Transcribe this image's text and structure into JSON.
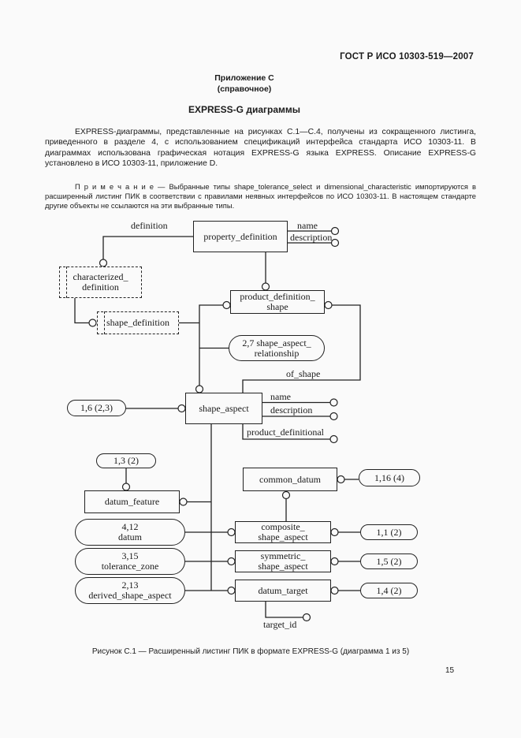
{
  "colors": {
    "ink": "#1b1b1b",
    "page_bg": "#fafafa"
  },
  "document": {
    "header": "ГОСТ Р ИСО 10303-519—2007",
    "annex_title": "Приложение С",
    "annex_subtitle": "(справочное)",
    "section_title": "EXPRESS-G диаграммы",
    "paragraph": "EXPRESS-диаграммы, представленные на рисунках С.1—С.4, получены из сокращенного листинга, приведенного в разделе 4, с использованием спецификаций интерфейса стандарта ИСО 10303-11. В диаграммах использована графическая нотация EXPRESS-G языка EXPRESS. Описание EXPRESS-G установлено в ИСО 10303-11, приложение D.",
    "note": "П р и м е ч а н и е — Выбранные типы shape_tolerance_select и dimensional_characteristic импортируются в расширенный листинг ПИК в соответствии с правилами неявных интерфейсов по ИСО 10303-11. В настоящем стандарте другие объекты не ссылаются на эти выбранные типы.",
    "figure_caption": "Рисунок С.1 — Расширенный листинг ПИК в формате EXPRESS-G (диаграмма 1 из 5)",
    "page_number": "15"
  },
  "diagram": {
    "nodes": {
      "property_definition": "property_definition",
      "characterized_definition": "characterized_\ndefinition",
      "shape_definition": "shape_definition",
      "product_definition_shape": "product_definition_\nshape",
      "shape_aspect_relationship": "2,7 shape_aspect_\nrelationship",
      "shape_aspect": "shape_aspect",
      "common_datum": "common_datum",
      "datum_feature": "datum_feature",
      "composite_shape_aspect": "composite_\nshape_aspect",
      "symmetric_shape_aspect": "symmetric_\nshape_aspect",
      "datum_target": "datum_target"
    },
    "refs": {
      "r16": "1,6 (2,3)",
      "r13": "1,3 (2)",
      "r116": "1,16 (4)",
      "r412": "4,12\ndatum",
      "r315": "3,15\ntolerance_zone",
      "r213": "2,13\nderived_shape_aspect",
      "r11": "1,1 (2)",
      "r15": "1,5 (2)",
      "r14": "1,4 (2)"
    },
    "attrs": {
      "definition": "definition",
      "name_top": "name",
      "description_top": "description",
      "of_shape": "of_shape",
      "name_sa": "name",
      "description_sa": "description",
      "product_definitional": "product_definitional",
      "target_id": "target_id"
    }
  }
}
